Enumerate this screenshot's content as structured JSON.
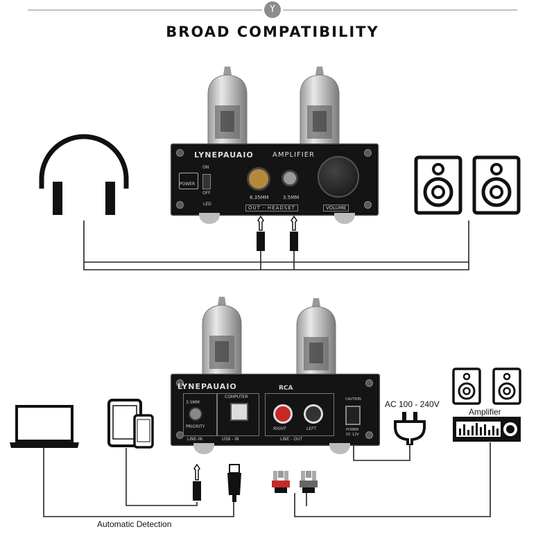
{
  "header": {
    "badge": "Y",
    "title": "BROAD COMPATIBILITY"
  },
  "front_panel": {
    "brand": "LYNEPAUAIO",
    "model": "AMPLIFIER",
    "power_label": "POWER",
    "switch_on": "ON",
    "switch_off": "OFF",
    "led_label": "LED",
    "jack_large": "6.35MM",
    "jack_small": "3.5MM",
    "out_label": "OUT - HEADSET",
    "volume_label": "VOLUME"
  },
  "back_panel": {
    "brand": "LYNEPAUAIO",
    "jack_label": "3.5MM",
    "computer_label": "COMPUTER",
    "priority_label": "PRIORITY",
    "line_in_label": "LINE-IN",
    "usb_in_label": "USB - IN",
    "rca_label": "RCA",
    "right_label": "RIGHT",
    "left_label": "LEFT",
    "line_out_label": "LINE - OUT",
    "caution_label": "CAUTION",
    "power_label": "POWER",
    "dc_label": "DC 12V"
  },
  "captions": {
    "ac": "AC 100 - 240V",
    "amplifier": "Amplifier",
    "auto_detect": "Automatic Detection"
  },
  "icons": [
    "headphones-icon",
    "speaker-icon",
    "laptop-icon",
    "tablet-icon",
    "phone-icon",
    "plug-icon",
    "amplifier-icon",
    "audio-jack-icon",
    "usb-plug-icon",
    "rca-plug-icon"
  ]
}
